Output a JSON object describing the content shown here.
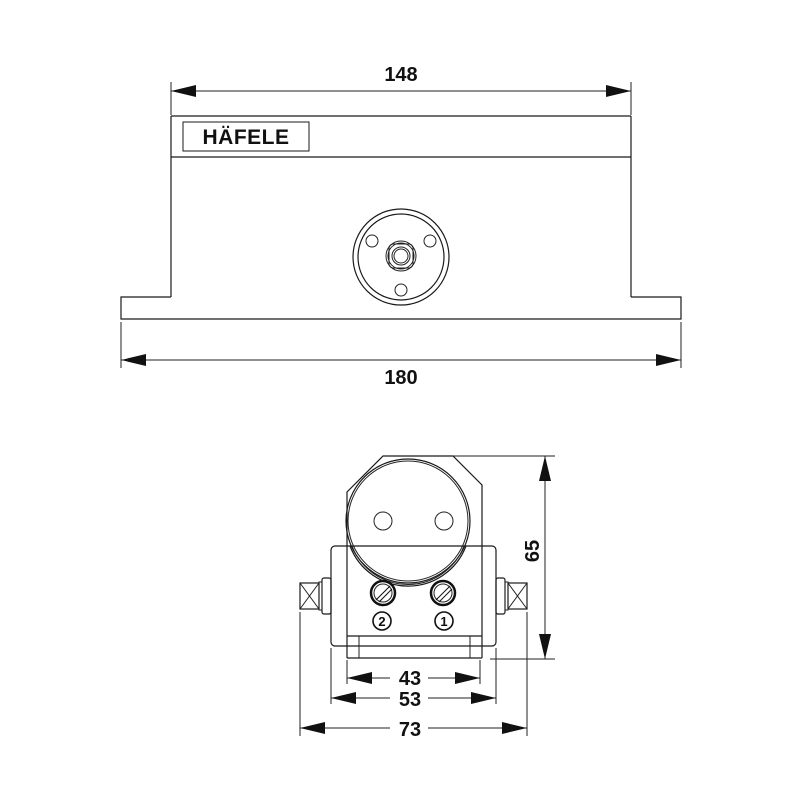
{
  "drawing": {
    "brand_logo": "HÄFELE",
    "front_view": {
      "dimensions": {
        "top_width": "148",
        "base_width": "180"
      }
    },
    "side_view": {
      "dimensions": {
        "height": "65",
        "inner_width": "43",
        "body_width": "53",
        "overall_width": "73"
      },
      "adjustment_screws": [
        {
          "label": "2"
        },
        {
          "label": "1"
        }
      ]
    },
    "colors": {
      "line": "#1a1a1a",
      "background": "#ffffff"
    }
  }
}
